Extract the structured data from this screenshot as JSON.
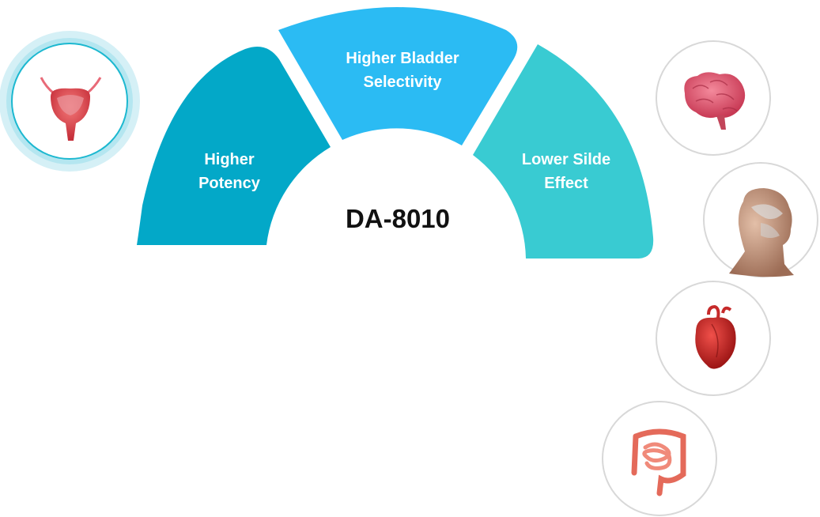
{
  "center": {
    "title": "DA-8010"
  },
  "segments": [
    {
      "id": "potency",
      "lines": [
        "Higher",
        "Potency"
      ],
      "color": "#03a8c8"
    },
    {
      "id": "selectivity",
      "lines": [
        "Higher Bladder",
        "Selectivity"
      ],
      "color": "#2bbbf3"
    },
    {
      "id": "side-effect",
      "lines": [
        "Lower Silde",
        "Effect"
      ],
      "color": "#39cbd2"
    }
  ],
  "organs": [
    {
      "name": "bladder",
      "highlighted": true,
      "ring_color": "#bfe9f1"
    },
    {
      "name": "brain",
      "highlighted": false
    },
    {
      "name": "head",
      "highlighted": false
    },
    {
      "name": "heart",
      "highlighted": false
    },
    {
      "name": "intestine",
      "highlighted": false
    }
  ]
}
